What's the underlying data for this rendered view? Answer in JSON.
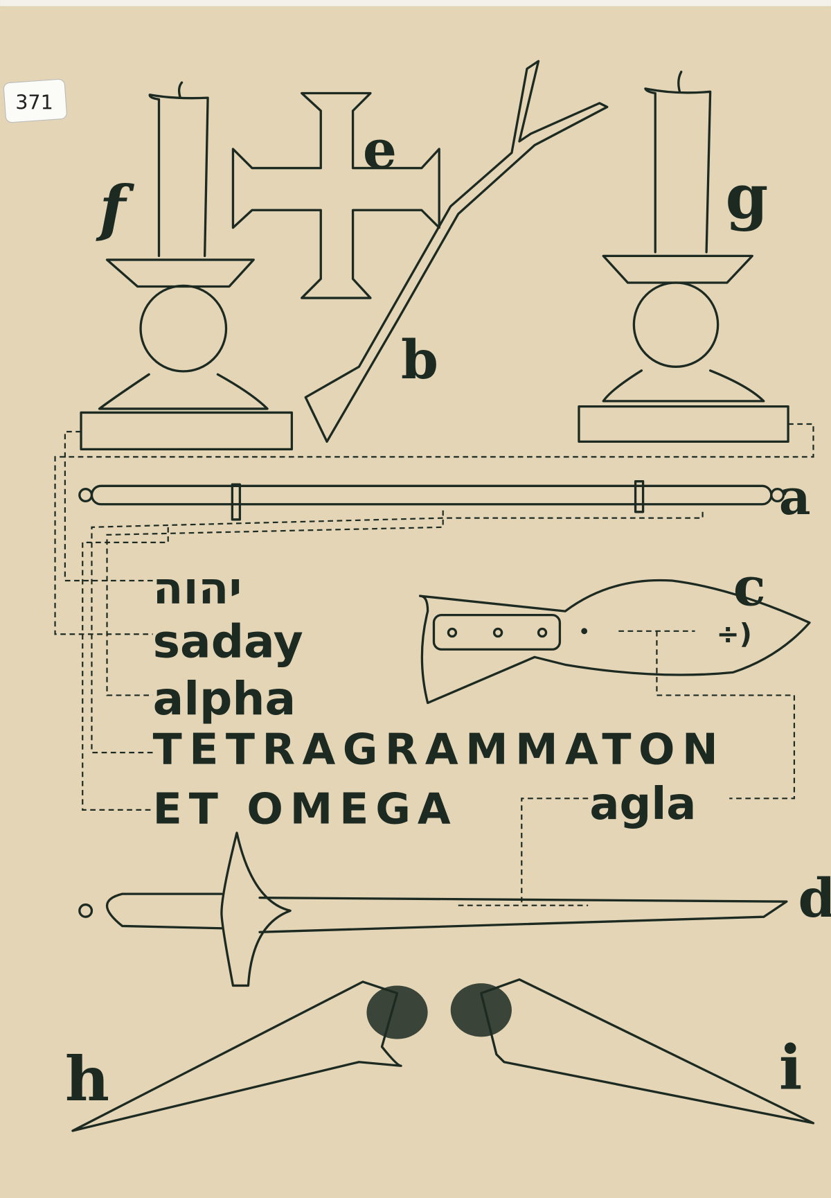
{
  "catalog_tag": "371",
  "letters": {
    "a": "a",
    "b": "b",
    "c": "c",
    "d": "d",
    "e": "e",
    "f": "f",
    "g": "g",
    "h": "h",
    "i": "i"
  },
  "names": {
    "hebrew": "יהוה",
    "saday": "saday",
    "alpha": "alpha",
    "tetragrammaton": "TETRAGRAMMATON",
    "et_omega": "ET OMEGA",
    "agla": "agla"
  },
  "knife_symbol": "÷)",
  "colors": {
    "paper": "#e6d9bd",
    "ink": "#1c2a22"
  }
}
